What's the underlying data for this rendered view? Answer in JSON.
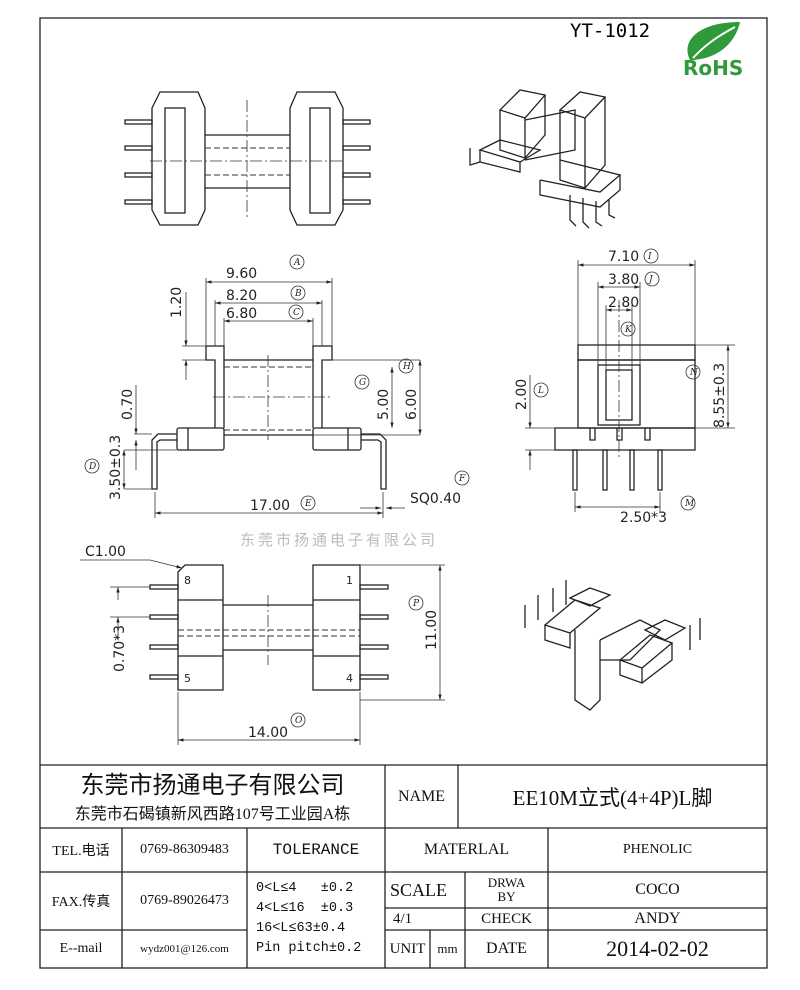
{
  "header": {
    "part_no": "YT-1012",
    "rohs": "RoHS"
  },
  "dims": {
    "A": {
      "value": "9.60",
      "tag": "A"
    },
    "B": {
      "value": "8.20",
      "tag": "B"
    },
    "C": {
      "value": "6.80",
      "tag": "C"
    },
    "D": {
      "value": "3.50±0.3",
      "tag": "D"
    },
    "E": {
      "value": "17.00",
      "tag": "E"
    },
    "F": {
      "value": "SQ0.40",
      "tag": "F"
    },
    "G": {
      "value": "5.00",
      "tag": "G"
    },
    "H": {
      "value": "6.00",
      "tag": "H"
    },
    "I": {
      "value": "7.10",
      "tag": "I"
    },
    "J": {
      "value": "3.80",
      "tag": "J"
    },
    "K": {
      "value": "2.80",
      "tag": "K"
    },
    "L": {
      "value": "2.00",
      "tag": "L"
    },
    "M": {
      "value": "2.50*3",
      "tag": "M"
    },
    "N": {
      "value": "8.55±0.3",
      "tag": "N"
    },
    "O": {
      "value": "14.00",
      "tag": "O"
    },
    "P": {
      "value": "11.00",
      "tag": "P"
    },
    "flange": "1.20",
    "base": "0.70",
    "chamfer": "C1.00",
    "pitch": "0.70*3"
  },
  "pins": {
    "p8": "8",
    "p5": "5",
    "p1": "1",
    "p4": "4"
  },
  "watermark": "东莞市扬通电子有限公司",
  "title_block": {
    "company": "东莞市扬通电子有限公司",
    "address": "东莞市石碣镇新风西路107号工业园A栋",
    "name_label": "NAME",
    "name_value": "EE10M立式(4+4P)L脚",
    "tel_label": "TEL.电话",
    "tel_value": "0769-86309483",
    "fax_label": "FAX.传真",
    "fax_value": "0769-89026473",
    "email_label": "E--mail",
    "email_value": "wydz001@126.com",
    "tolerance_label": "TOLERANCE",
    "tolerances": [
      "0<L≤4   ±0.2",
      "4<L≤16  ±0.3",
      "16<L≤63±0.4",
      "Pin pitch±0.2"
    ],
    "material_label": "MATERLAL",
    "material_value": "PHENOLIC",
    "scale_label": "SCALE",
    "scale_value": "4/1",
    "drawn_label": "DRWA BY",
    "drawn_value": "COCO",
    "check_label": "CHECK",
    "check_value": "ANDY",
    "unit_label": "UNIT",
    "unit_value": "mm",
    "date_label": "DATE",
    "date_value": "2014-02-02"
  }
}
